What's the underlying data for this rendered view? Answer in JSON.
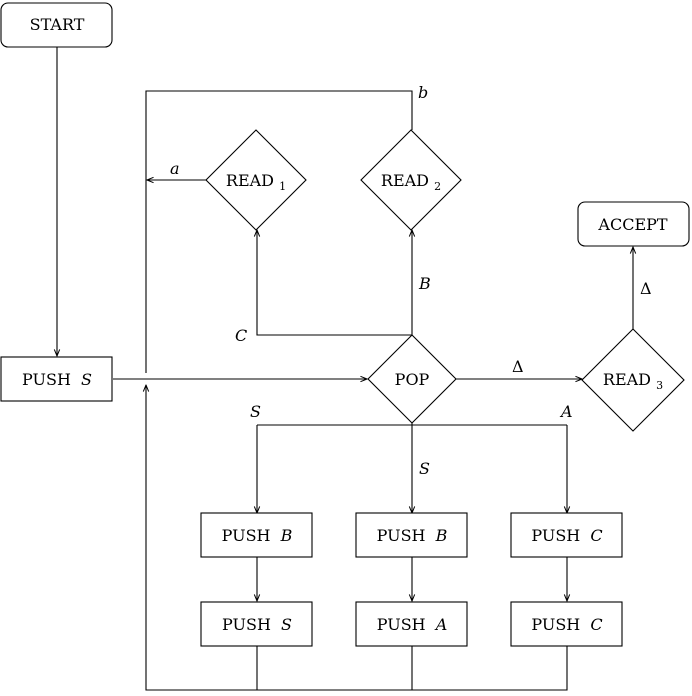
{
  "diagram": {
    "nodes": {
      "start": {
        "label": "START"
      },
      "push_s0": {
        "prefix": "PUSH",
        "var": "S"
      },
      "read1": {
        "label": "READ",
        "sub": "1"
      },
      "read2": {
        "label": "READ",
        "sub": "2"
      },
      "accept": {
        "label": "ACCEPT"
      },
      "pop": {
        "label": "POP"
      },
      "read3": {
        "label": "READ",
        "sub": "3"
      },
      "push_b1": {
        "prefix": "PUSH",
        "var": "B"
      },
      "push_b2": {
        "prefix": "PUSH",
        "var": "B"
      },
      "push_c1": {
        "prefix": "PUSH",
        "var": "C"
      },
      "push_s1": {
        "prefix": "PUSH",
        "var": "S"
      },
      "push_a": {
        "prefix": "PUSH",
        "var": "A"
      },
      "push_c2": {
        "prefix": "PUSH",
        "var": "C"
      }
    },
    "edge_labels": {
      "b": "b",
      "a": "a",
      "B": "B",
      "C": "C",
      "delta_pop": "Δ",
      "delta_accept": "Δ",
      "S_left": "S",
      "S_mid": "S",
      "A_right": "A"
    }
  }
}
